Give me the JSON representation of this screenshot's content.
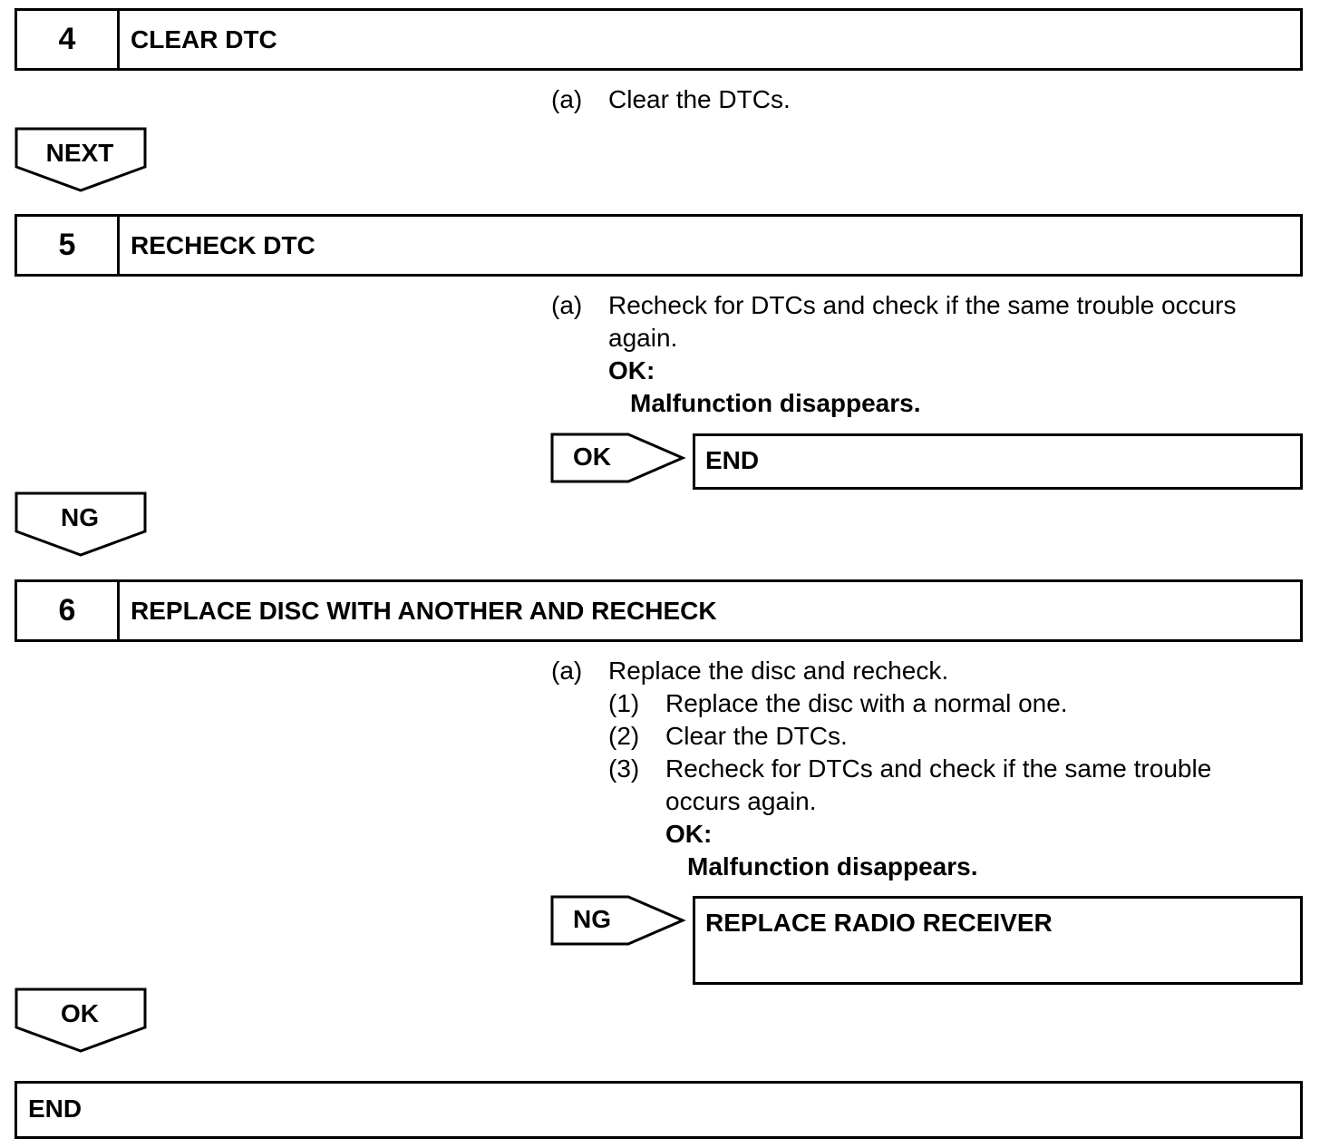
{
  "steps": [
    {
      "number": "4",
      "title": "CLEAR DTC"
    },
    {
      "number": "5",
      "title": "RECHECK DTC"
    },
    {
      "number": "6",
      "title": "REPLACE DISC WITH ANOTHER AND RECHECK"
    }
  ],
  "step4": {
    "a_marker": "(a)",
    "a_text": "Clear the DTCs."
  },
  "step5": {
    "a_marker": "(a)",
    "a_line1": "Recheck for DTCs and check if the same trouble occurs",
    "a_line2": "again.",
    "ok_label": "OK:",
    "ok_result": "Malfunction disappears."
  },
  "step6": {
    "a_marker": "(a)",
    "a_text": "Replace the disc and recheck.",
    "sub": [
      {
        "marker": "(1)",
        "text": "Replace the disc with a normal one."
      },
      {
        "marker": "(2)",
        "text": "Clear the DTCs."
      },
      {
        "marker": "(3)",
        "text": "Recheck for DTCs and check if the same trouble"
      }
    ],
    "sub3_line2": "occurs again.",
    "ok_label": "OK:",
    "ok_result": "Malfunction disappears."
  },
  "flow": {
    "next": "NEXT",
    "ng": "NG",
    "ok": "OK",
    "branch_ok": "OK",
    "branch_ng": "NG"
  },
  "results": {
    "end_after_5": "END",
    "replace_radio": "REPLACE RADIO RECEIVER",
    "final_end": "END"
  }
}
